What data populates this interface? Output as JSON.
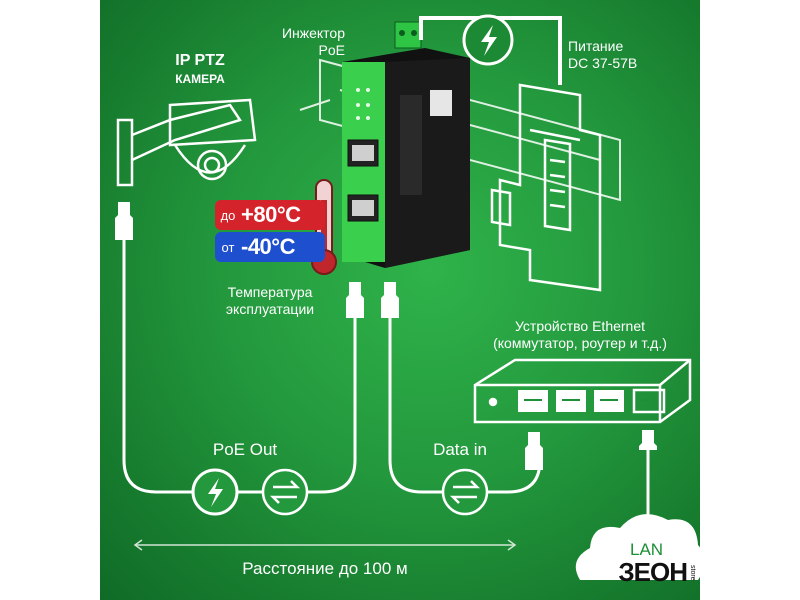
{
  "labels": {
    "camera_line1": "IP PTZ",
    "camera_line2": "КАМЕРА",
    "injector_line1": "Инжектор",
    "injector_line2": "PoE",
    "power_line1": "Питание",
    "power_line2": "DC 37-57В",
    "temp_line1": "Температура",
    "temp_line2": "эксплуатации",
    "ethernet_line1": "Устройство Ethernet",
    "ethernet_line2": "(коммутатор, роутер и т.д.)",
    "poe_out": "PoE Out",
    "data_in": "Data in",
    "distance": "Расстояние до 100 м",
    "lan": "LAN"
  },
  "temperature": {
    "max_prefix": "до",
    "max_value": "+80°C",
    "min_prefix": "от",
    "min_value": "-40°C",
    "max_color": "#d4232a",
    "min_color": "#1e4fcf"
  },
  "brand": {
    "logo_text": "ЗЕОН",
    "suffix": "store"
  },
  "colors": {
    "background": "#23983d",
    "line": "#ffffff",
    "device_green": "#3ad04d"
  },
  "icons": [
    "lightning-icon",
    "transfer-arrows-icon",
    "thermometer-icon",
    "rj45-connector-icon",
    "cloud-icon"
  ]
}
